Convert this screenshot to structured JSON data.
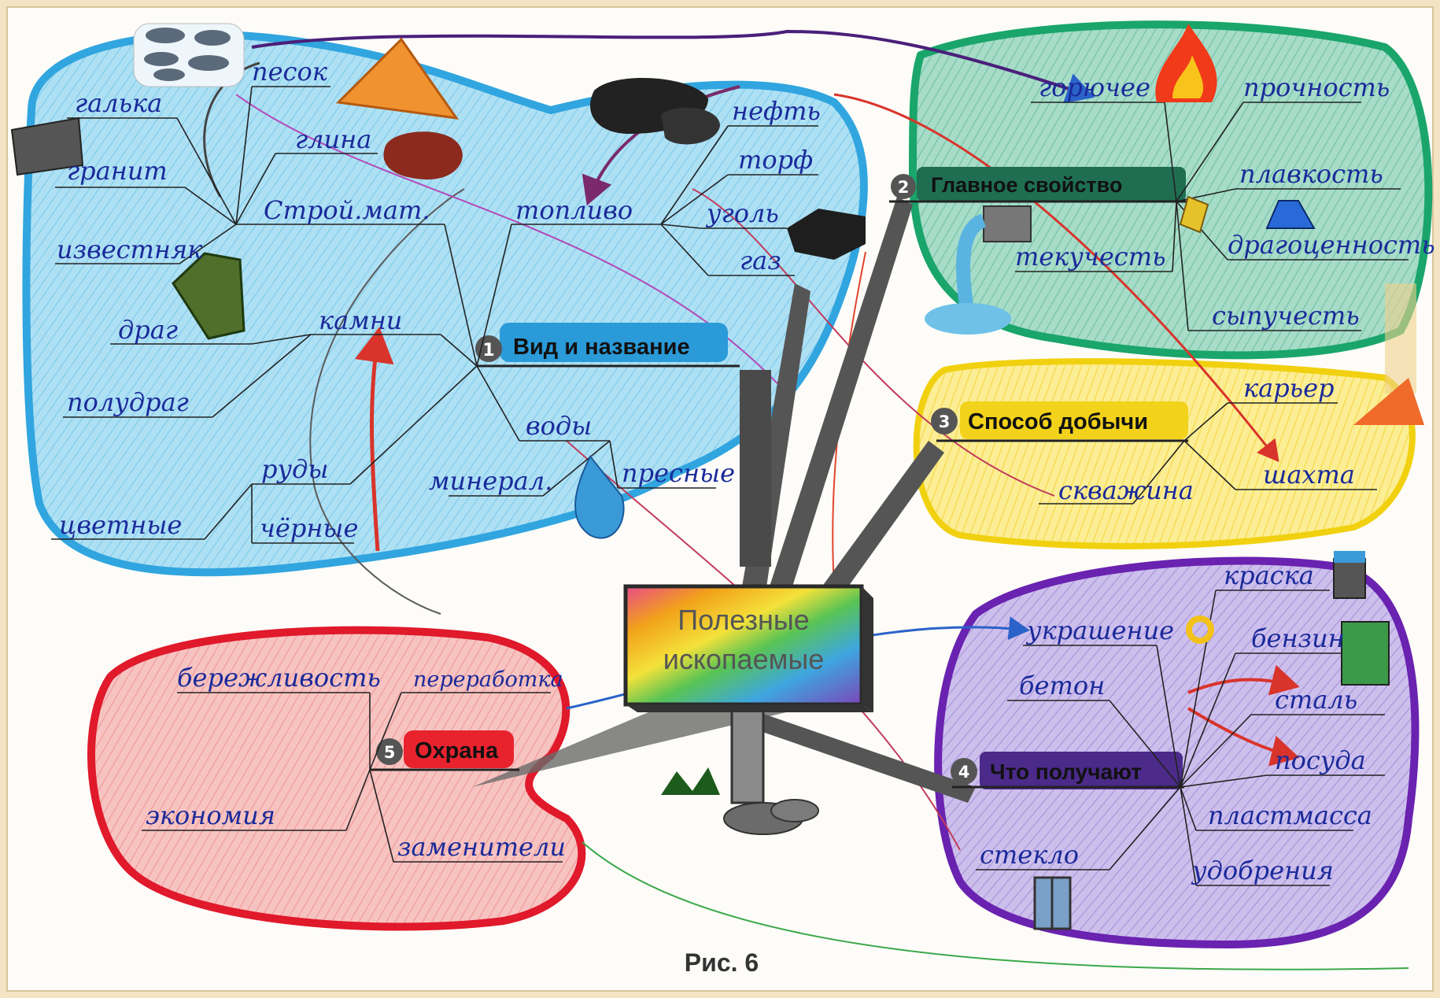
{
  "center": {
    "line1": "Полезные",
    "line2": "ископаемые"
  },
  "branches": {
    "vid": {
      "num": "1",
      "title": "Вид и название",
      "color": "#2a9ad8"
    },
    "svoistvo": {
      "num": "2",
      "title": "Главное свойство",
      "color": "#1f7a55"
    },
    "dobycha": {
      "num": "3",
      "title": "Способ добычи",
      "color": "#f2d21a"
    },
    "poluchayut": {
      "num": "4",
      "title": "Что получают",
      "color": "#5a2a96"
    },
    "okhrana": {
      "num": "5",
      "title": "Охрана",
      "color": "#e8232e"
    }
  },
  "words": {
    "galka": "галька",
    "pesok": "песок",
    "glina": "глина",
    "granit": "гранит",
    "stroimat": "Строй.мат.",
    "izvestnyak": "известняк",
    "drag": "драг",
    "poludrag": "полудраг",
    "kamni": "камни",
    "tsvetnye": "цветные",
    "rudy": "руды",
    "chernye": "чёрные",
    "neft": "нефть",
    "torf": "торф",
    "toplivo": "топливо",
    "ugol": "уголь",
    "gaz": "газ",
    "vody": "воды",
    "mineral": "минерал.",
    "presnye": "пресные",
    "goryuchee": "горючее",
    "prochnost": "прочность",
    "plavkost": "плавкость",
    "tekuchest": "текучесть",
    "dragotsennost": "драгоценность",
    "sypuchest": "сыпучесть",
    "karer": "карьер",
    "shakhta": "шахта",
    "skvazhina": "скважина",
    "kraska": "краска",
    "ukrashenie": "украшение",
    "benzin": "бензин",
    "beton": "бетон",
    "stal": "сталь",
    "posuda": "посуда",
    "plastmassa": "пластмасса",
    "steklo": "стекло",
    "udobreniya": "удобрения",
    "berezhlivost": "бережливость",
    "pererabotka": "переработка",
    "ekonomiya": "экономия",
    "zameniteli": "заменители"
  },
  "caption": "Рис. 6",
  "colors": {
    "blue_zone": "#8fd3ee",
    "green_zone": "#8fd8bf",
    "yellow_zone": "#fbe56a",
    "purple_zone": "#b9a6e2",
    "red_zone": "#f3a1a0"
  }
}
